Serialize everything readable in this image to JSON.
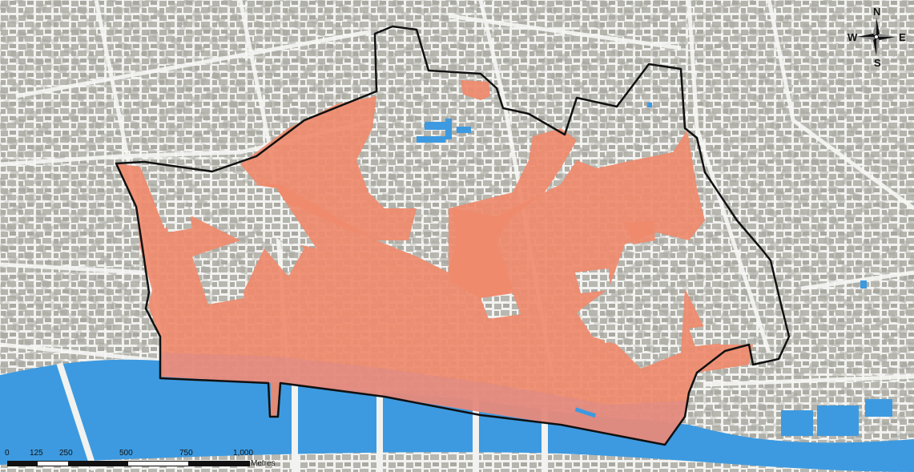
{
  "map": {
    "compass": {
      "north": "N",
      "south": "S",
      "east": "E",
      "west": "W",
      "icon": "compass-rose-icon"
    },
    "scale": {
      "ticks": [
        "0",
        "125",
        "250",
        "500",
        "750",
        "1,000"
      ],
      "unit": "Metres"
    },
    "colors": {
      "land": "#f2f2f0",
      "buildings": "#b3b3ad",
      "water": "#3d9ae0",
      "highlight": "#ef8a6c",
      "boundary": "#111111"
    }
  }
}
